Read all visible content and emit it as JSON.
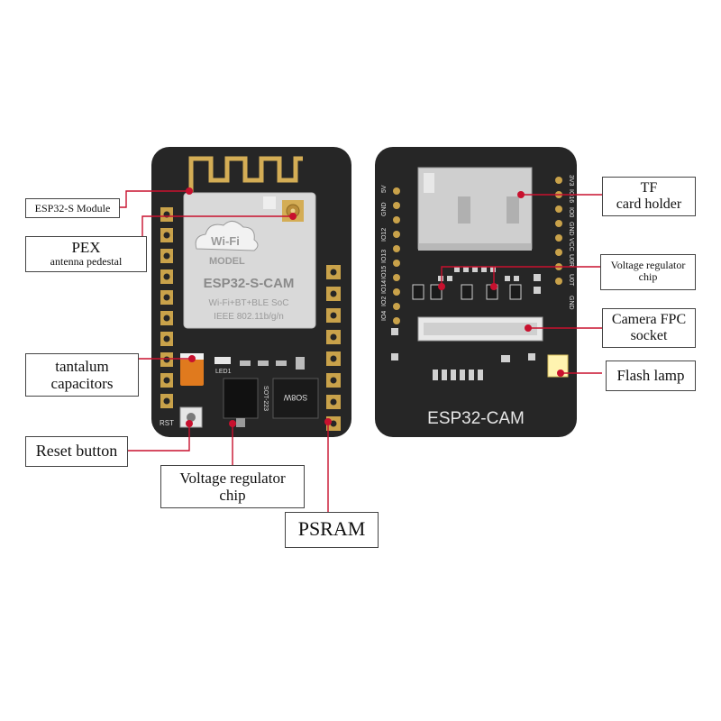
{
  "colors": {
    "board": "#262626",
    "leader": "#c8102e",
    "module_shield": "#d9d9d9",
    "pin_gold": "#c9a24a",
    "antenna_gold": "#d4ad55",
    "tantalum": "#e07a1e",
    "flash_led": "#fff3b0"
  },
  "front_board": {
    "module": {
      "wifi_badge": "Wi-Fi",
      "model": "MODEL",
      "name": "ESP32-S-CAM",
      "spec_line1": "Wi-Fi+BT+BLE SoC",
      "spec_line2": "IEEE 802.11b/g/n"
    },
    "led_label": "LED1",
    "rst_label": "RST",
    "regulator_marking": "SOT-223",
    "psram_marking": "SO8W"
  },
  "back_board": {
    "title": "ESP32-CAM",
    "left_pins": [
      "5V",
      "GND",
      "IO12",
      "IO13",
      "IO15",
      "IO14",
      "IO2",
      "IO4"
    ],
    "right_pins": [
      "3V3",
      "IO16",
      "IO0",
      "GND",
      "VCC",
      "U0R",
      "U0T",
      "GND"
    ]
  },
  "labels": {
    "esp32s_module": "ESP32-S Module",
    "pex_line1": "PEX",
    "pex_line2": "antenna pedestal",
    "tantalum_line1": "tantalum",
    "tantalum_line2": "capacitors",
    "reset_button": "Reset button",
    "vreg_front_line1": "Voltage regulator",
    "vreg_front_line2": "chip",
    "psram": "PSRAM",
    "tf_line1": "TF",
    "tf_line2": "card holder",
    "vreg_back_line1": "Voltage regulator",
    "vreg_back_line2": "chip",
    "camera_fpc_line1": "Camera FPC",
    "camera_fpc_line2": "socket",
    "flash_lamp": "Flash lamp"
  }
}
